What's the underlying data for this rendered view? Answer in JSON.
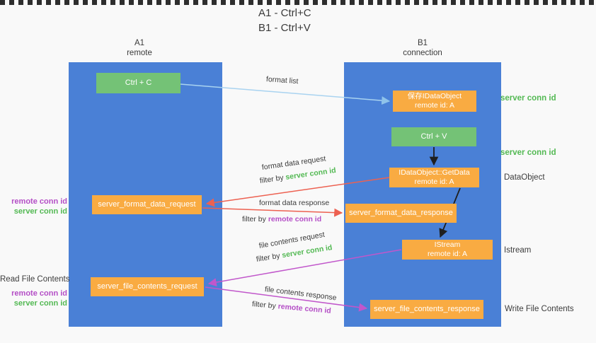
{
  "title": {
    "line1": "A1 - Ctrl+C",
    "line2": "B1 - Ctrl+V"
  },
  "lanes": {
    "left": {
      "name": "A1",
      "sub": "remote"
    },
    "right": {
      "name": "B1",
      "sub": "connection"
    }
  },
  "nodes": {
    "ctrl_c": {
      "label": "Ctrl + C"
    },
    "save_idataobject": {
      "line1": "保存IDataObject",
      "line2": "remote id: A"
    },
    "ctrl_v": {
      "label": "Ctrl + V"
    },
    "getdata": {
      "line1": "IDataObject::GetData",
      "line2": "remote id: A"
    },
    "format_request": {
      "label": "server_format_data_request"
    },
    "format_response": {
      "label": "server_format_data_response"
    },
    "istream": {
      "line1": "IStream",
      "line2": "remote id: A"
    },
    "file_request": {
      "label": "server_file_contents_request"
    },
    "file_response": {
      "label": "server_file_contents_response"
    }
  },
  "arrow_labels": {
    "format_list": "format list",
    "format_data_request": "format data request",
    "format_data_response": "format data response",
    "file_contents_request": "file contents request",
    "file_contents_response": "file contents response",
    "filter_by": "filter by",
    "server_conn_id": "server conn id",
    "remote_conn_id": "remote conn id"
  },
  "side_labels": {
    "server_conn_id_top": "server conn id",
    "server_conn_id_mid": "server conn id",
    "dataobject": "DataObject",
    "istream": "Istream",
    "write_file_contents": "Write File Contents",
    "read_file_contents": "Read File Contents",
    "remote_conn_id": "remote conn id",
    "server_conn_id": "server conn id"
  },
  "colors": {
    "bg": "#f9f9f9",
    "lane_blue": "#4a80d6",
    "box_green": "#74c276",
    "box_orange": "#f9ab42",
    "text_green": "#53b953",
    "text_purple": "#b44ec6",
    "arrow_blue": "#a9d3f0",
    "arrow_red": "#ed6151",
    "arrow_purple": "#c157cb",
    "arrow_black": "#1f1f1f"
  }
}
